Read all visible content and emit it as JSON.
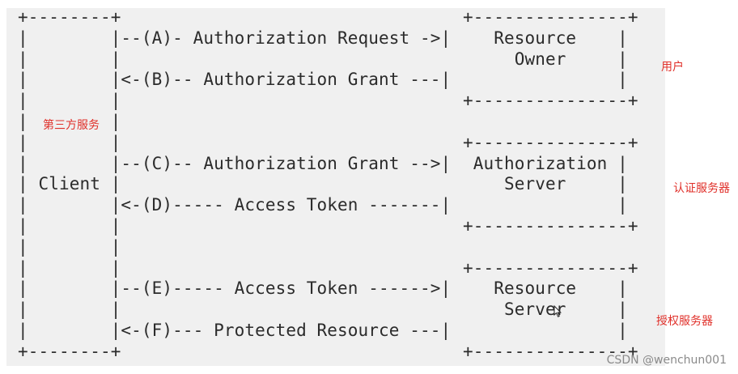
{
  "diagram": {
    "ascii_left": [
      "+--------+",
      "|        |--(A)- Authorization Request ->|",
      "|        |",
      "|        |<-(B)-- Authorization Grant ---|",
      "|        |",
      "|        |",
      "|        |",
      "|        |--(C)-- Authorization Grant -->|",
      "| Client |",
      "|        |<-(D)----- Access Token -------|",
      "|        |",
      "|        |",
      "|        |",
      "|        |--(E)----- Access Token ------>|",
      "|        |",
      "|        |<-(F)--- Protected Resource ---|",
      "+--------+"
    ],
    "ascii_right": [
      "+---------------+",
      "   Resource    |",
      "     Owner     |",
      "               |",
      "+---------------+",
      "",
      "+---------------+",
      " Authorization |",
      "    Server     |",
      "               |",
      "+---------------+",
      "",
      "+---------------+",
      "   Resource    |",
      "    Server     |",
      "               |",
      "+---------------+"
    ]
  },
  "annotations": {
    "client": "第三方服务",
    "resource_owner": "用户",
    "authorization_server": "认证服务器",
    "resource_server": "授权服务器"
  },
  "watermark": "CSDN @wenchun001",
  "colors": {
    "annotation": "#e0302a",
    "text": "#2b2b2b",
    "background": "#f0f0f0"
  },
  "icons": {
    "cursor": "mouse-pointer-icon"
  }
}
